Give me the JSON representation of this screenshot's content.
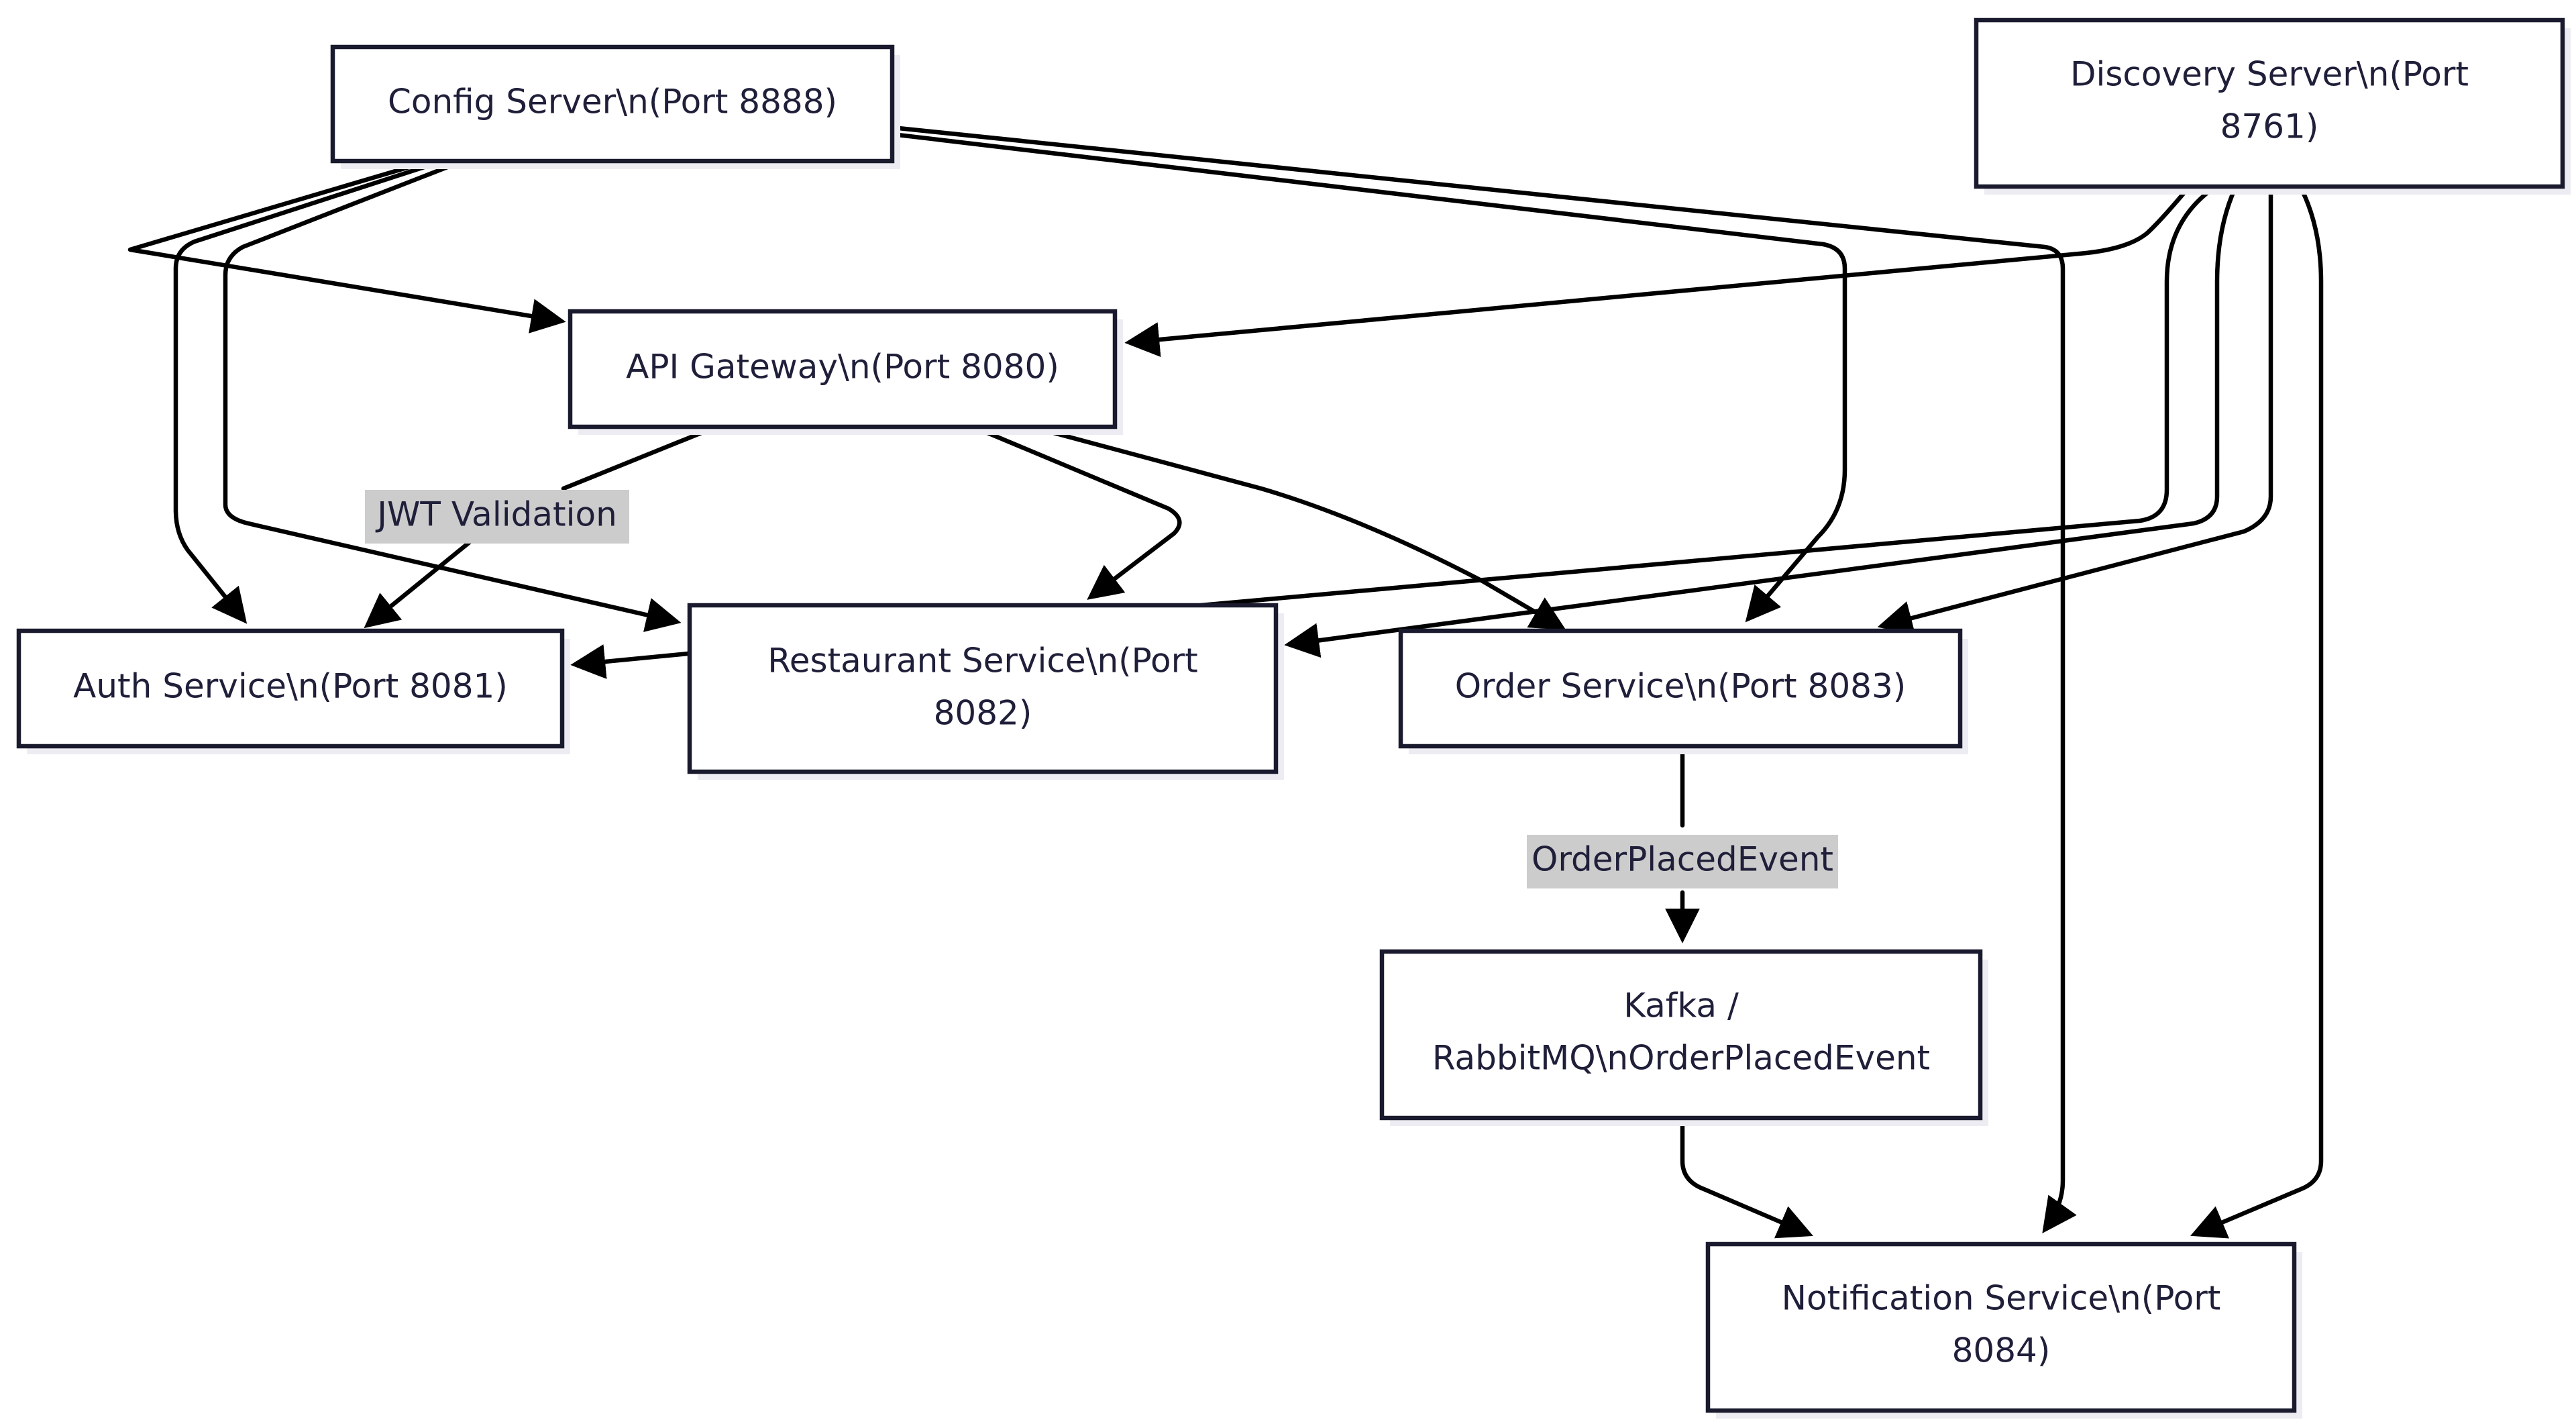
{
  "diagram": {
    "nodes": {
      "config": {
        "lines": [
          "Config Server\\n(Port 8888)"
        ]
      },
      "discovery": {
        "lines": [
          "Discovery Server\\n(Port",
          "8761)"
        ]
      },
      "gateway": {
        "lines": [
          "API Gateway\\n(Port 8080)"
        ]
      },
      "auth": {
        "lines": [
          "Auth Service\\n(Port 8081)"
        ]
      },
      "restaurant": {
        "lines": [
          "Restaurant Service\\n(Port",
          "8082)"
        ]
      },
      "order": {
        "lines": [
          "Order Service\\n(Port 8083)"
        ]
      },
      "broker": {
        "lines": [
          "Kafka /",
          "RabbitMQ\\nOrderPlacedEvent"
        ]
      },
      "notification": {
        "lines": [
          "Notification Service\\n(Port",
          "8084)"
        ]
      }
    },
    "edge_labels": {
      "jwt": "JWT Validation",
      "event": "OrderPlacedEvent"
    },
    "edges": [
      {
        "from": "config",
        "to": "gateway"
      },
      {
        "from": "config",
        "to": "auth"
      },
      {
        "from": "config",
        "to": "restaurant"
      },
      {
        "from": "config",
        "to": "order"
      },
      {
        "from": "config",
        "to": "notification"
      },
      {
        "from": "discovery",
        "to": "gateway"
      },
      {
        "from": "discovery",
        "to": "restaurant"
      },
      {
        "from": "discovery",
        "to": "restaurant"
      },
      {
        "from": "discovery",
        "to": "order"
      },
      {
        "from": "discovery",
        "to": "notification"
      },
      {
        "from": "gateway",
        "to": "auth",
        "label": "JWT Validation"
      },
      {
        "from": "gateway",
        "to": "restaurant"
      },
      {
        "from": "gateway",
        "to": "order"
      },
      {
        "from": "restaurant",
        "to": "auth"
      },
      {
        "from": "order",
        "to": "broker",
        "label": "OrderPlacedEvent"
      },
      {
        "from": "broker",
        "to": "notification"
      }
    ],
    "colors": {
      "node_border": "#1a1a2e",
      "node_fill": "#ffffff",
      "text": "#1f1f3a",
      "edge": "#000000",
      "edge_label_bg": "#cccccc"
    }
  }
}
